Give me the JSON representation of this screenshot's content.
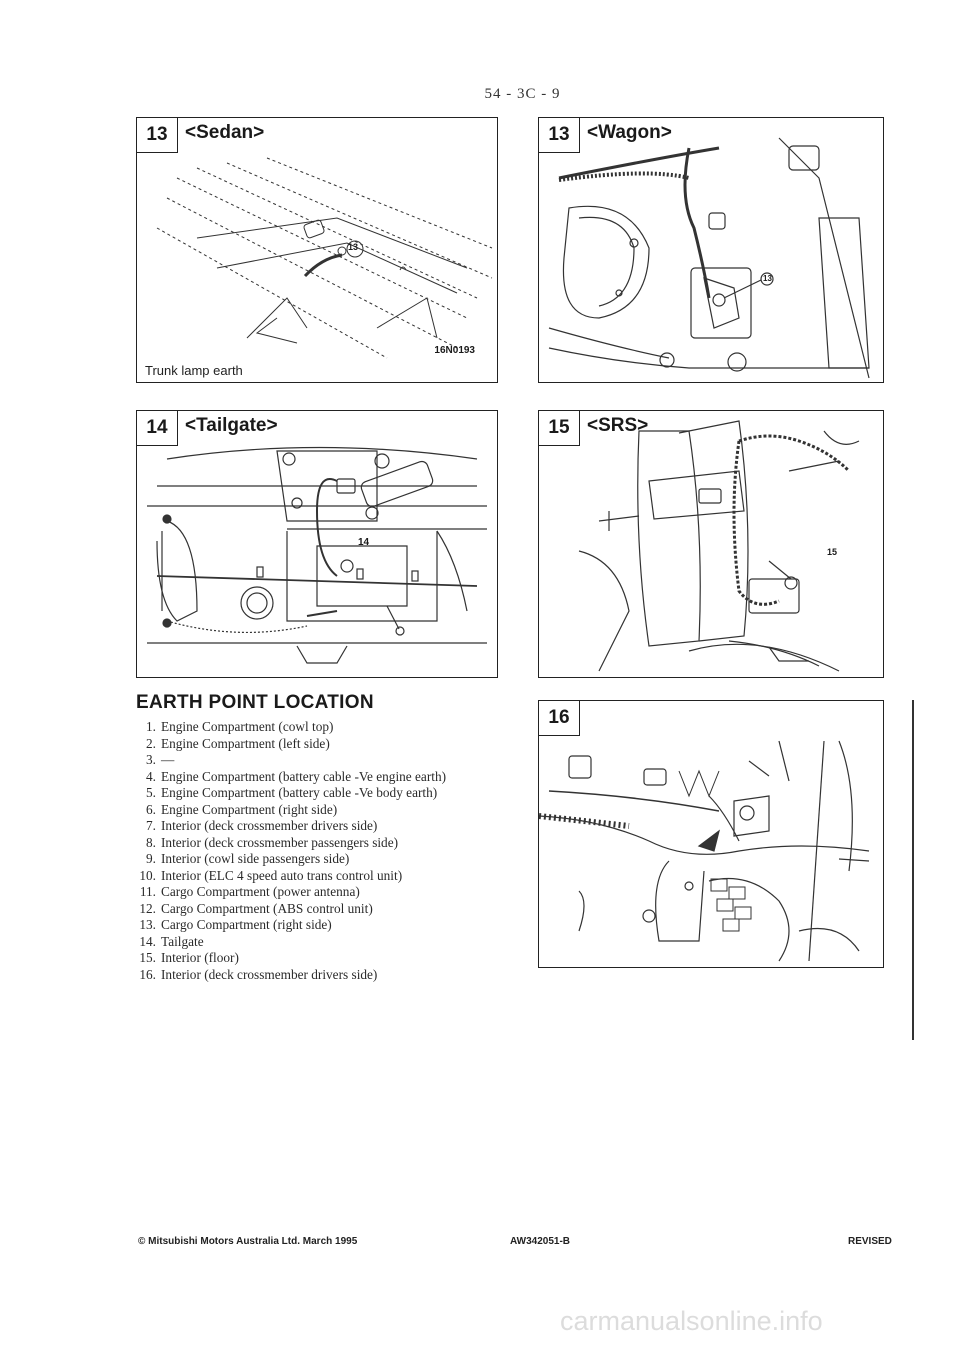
{
  "page_number": "54 - 3C - 9",
  "figures": [
    {
      "number": "13",
      "title": "<Sedan>",
      "caption": "Trunk lamp earth",
      "code": "16N0193",
      "callout": "13"
    },
    {
      "number": "13",
      "title": "<Wagon>",
      "callout": "13"
    },
    {
      "number": "14",
      "title": "<Tailgate>",
      "callout": "14"
    },
    {
      "number": "15",
      "title": "<SRS>",
      "callout": "15"
    },
    {
      "number": "16",
      "title": ""
    }
  ],
  "earth_section": {
    "heading": "EARTH POINT LOCATION",
    "items": [
      {
        "num": "1.",
        "text": "Engine Compartment (cowl top)"
      },
      {
        "num": "2.",
        "text": "Engine Compartment (left side)"
      },
      {
        "num": "3.",
        "text": "—"
      },
      {
        "num": "4.",
        "text": "Engine Compartment (battery cable -Ve engine earth)"
      },
      {
        "num": "5.",
        "text": "Engine Compartment (battery cable -Ve body earth)"
      },
      {
        "num": "6.",
        "text": "Engine Compartment (right side)"
      },
      {
        "num": "7.",
        "text": "Interior (deck crossmember drivers side)"
      },
      {
        "num": "8.",
        "text": "Interior (deck crossmember passengers side)"
      },
      {
        "num": "9.",
        "text": "Interior (cowl side passengers side)"
      },
      {
        "num": "10.",
        "text": "Interior (ELC 4 speed auto trans control unit)"
      },
      {
        "num": "11.",
        "text": "Cargo Compartment (power antenna)"
      },
      {
        "num": "12.",
        "text": "Cargo Compartment (ABS control unit)"
      },
      {
        "num": "13.",
        "text": "Cargo Compartment (right side)"
      },
      {
        "num": "14.",
        "text": "Tailgate"
      },
      {
        "num": "15.",
        "text": "Interior (floor)"
      },
      {
        "num": "16.",
        "text": "Interior (deck crossmember drivers side)"
      }
    ]
  },
  "footer": {
    "copyright": "© Mitsubishi Motors Australia Ltd. March 1995",
    "doc_code": "AW342051-B",
    "status": "REVISED"
  },
  "watermark": "carmanualsonline.info"
}
